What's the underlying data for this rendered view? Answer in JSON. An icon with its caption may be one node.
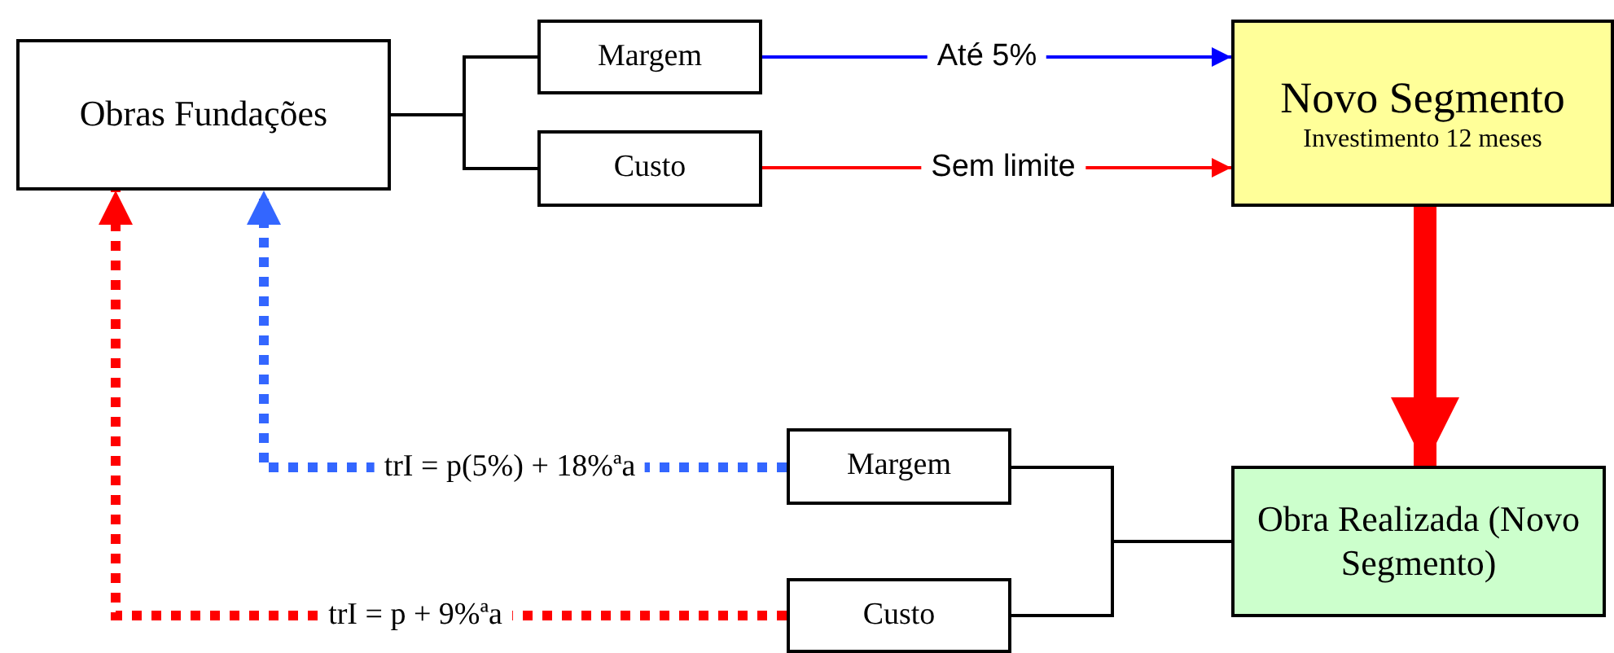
{
  "diagram": {
    "nodes": [
      {
        "text": [
          "Obras Fundações"
        ]
      },
      {
        "text": [
          "Margem"
        ]
      },
      {
        "text": [
          "Custo"
        ]
      },
      {
        "text": [
          "Novo Segmento",
          "Investimento 12 meses"
        ]
      },
      {
        "text": [
          "Margem"
        ]
      },
      {
        "text": [
          "Custo"
        ]
      },
      {
        "text": [
          "Obra Realizada (Novo Segmento)"
        ]
      }
    ],
    "edges": [
      {
        "from": 0,
        "to": 1,
        "arrow": "none"
      },
      {
        "from": 0,
        "to": 2,
        "arrow": "none"
      },
      {
        "from": 1,
        "to": 3,
        "arrow": "to",
        "label": "Até 5%",
        "color": "#0000ff"
      },
      {
        "from": 2,
        "to": 3,
        "arrow": "to",
        "label": "Sem limite",
        "color": "#ff0000"
      },
      {
        "from": 3,
        "to": 6,
        "arrow": "to",
        "style": "thick",
        "color": "#ff0000"
      },
      {
        "from": 4,
        "to": 6,
        "arrow": "none"
      },
      {
        "from": 5,
        "to": 6,
        "arrow": "none"
      },
      {
        "from": 4,
        "to": 0,
        "arrow": "to",
        "label": "trI = p(5%) + 18%ªa",
        "style": "dashed",
        "color": "#3366ff"
      },
      {
        "from": 5,
        "to": 0,
        "arrow": "to",
        "label": "trI = p + 9%ªa",
        "style": "dashed",
        "color": "#ff0000"
      }
    ]
  }
}
